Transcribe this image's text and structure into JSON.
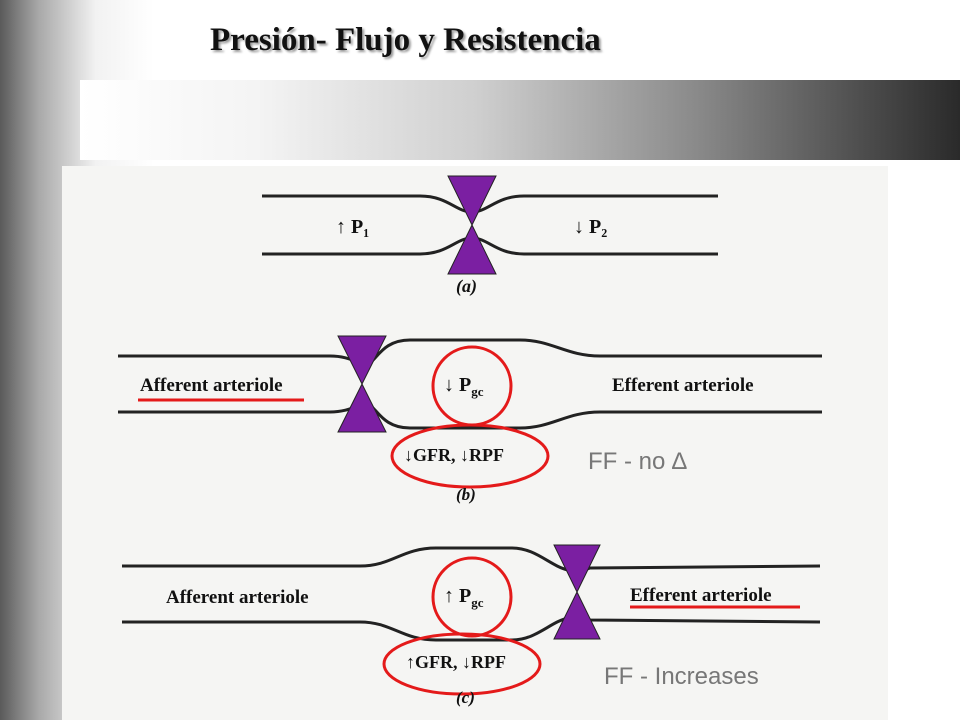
{
  "title": "Presión- Flujo y Resistencia",
  "colors": {
    "valve": "#7b1fa2",
    "highlight": "#e41a1a",
    "ff_text": "#777777"
  },
  "panel_a": {
    "left_label": "↑ P₁",
    "right_label": "↓ P₂",
    "caption": "(a)"
  },
  "panel_b": {
    "left_label": "Afferent arteriole",
    "center_label": "↓ P",
    "center_sub": "gc",
    "right_label": "Efferent arteriole",
    "bottom_label": "↓GFR, ↓RPF",
    "caption": "(b)",
    "ff_note": "FF - no ∆"
  },
  "panel_c": {
    "left_label": "Afferent arteriole",
    "center_label": "↑ P",
    "center_sub": "gc",
    "right_label": "Efferent arteriole",
    "bottom_label": "↑GFR, ↓RPF",
    "caption": "(c)",
    "ff_note": "FF - Increases"
  }
}
